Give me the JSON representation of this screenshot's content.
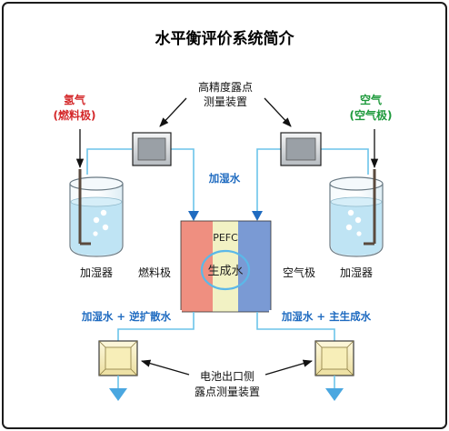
{
  "title": "水平衡评价系统简介",
  "hydrogen": {
    "name": "氢气",
    "electrode": "(燃料极)"
  },
  "air": {
    "name": "空气",
    "electrode": "(空气极)"
  },
  "dew_point_top": {
    "line1": "高精度露点",
    "line2": "测量装置"
  },
  "humidify_water": "加湿水",
  "humidifier_left": "加湿器",
  "humidifier_right": "加湿器",
  "fuel_electrode": "燃料极",
  "air_electrode": "空气极",
  "cell": {
    "name": "PEFC",
    "generated_water": "生成水"
  },
  "outlet_left": "加湿水 + 逆扩散水",
  "outlet_right": "加湿水 + 主生成水",
  "dew_point_bottom": {
    "line1": "电池出口侧",
    "line2": "露点测量装置"
  },
  "colors": {
    "frame": "#1c1c1c",
    "pipe": "#6cc4ea",
    "flow_text": "#1f6bc0",
    "hydrogen": "#d4282a",
    "air": "#1e9a3c",
    "fuel_electrode": "#ef8f80",
    "membrane": "#f2f2c4",
    "air_electrode": "#7a9ad4",
    "water": "#bfe4f4",
    "sensor_top": "#9aa0a6",
    "sensor_bottom": "#f1e6a6"
  }
}
